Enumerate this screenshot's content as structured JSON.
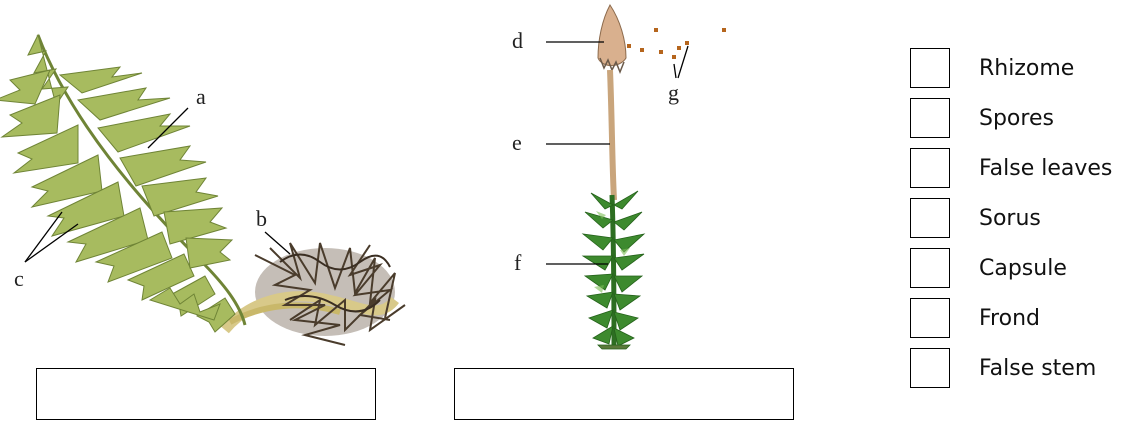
{
  "labels": {
    "a": "a",
    "b": "b",
    "c": "c",
    "d": "d",
    "e": "e",
    "f": "f",
    "g": "g"
  },
  "options": [
    "Rhizome",
    "Spores",
    "False leaves",
    "Sorus",
    "Capsule",
    "Frond",
    "False stem"
  ],
  "colors": {
    "fern_frond": "#a7bb5f",
    "fern_dark": "#6f8436",
    "rhizome": "#4a3c2c",
    "rhizome_light": "#d8c989",
    "capsule": "#d9b08e",
    "stalk": "#c9a57c",
    "moss": "#3d8a2e",
    "spores": "#b5651d"
  }
}
